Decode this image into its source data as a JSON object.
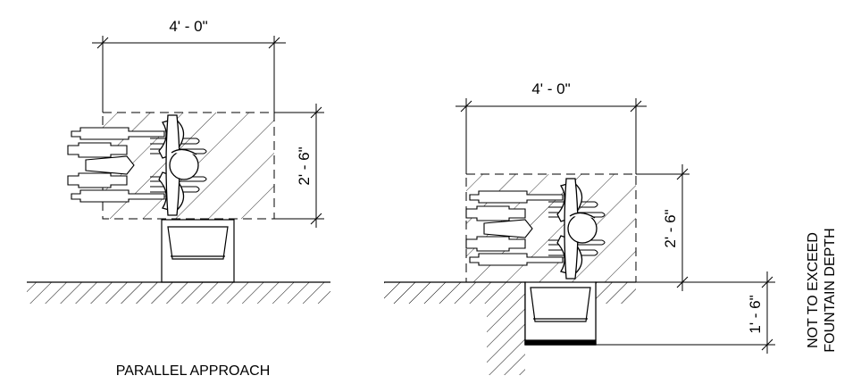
{
  "left_detail": {
    "width_dim": "4' - 0\"",
    "depth_dim": "2' - 6\"",
    "caption": "PARALLEL APPROACH"
  },
  "right_detail": {
    "width_dim": "4' - 0\"",
    "depth_dim": "2' - 6\"",
    "recess_dim": "1' - 6\"",
    "note_line1": "NOT TO EXCEED",
    "note_line2": "FOUNTAIN DEPTH"
  },
  "colors": {
    "ink": "#000000",
    "background": "#ffffff"
  }
}
